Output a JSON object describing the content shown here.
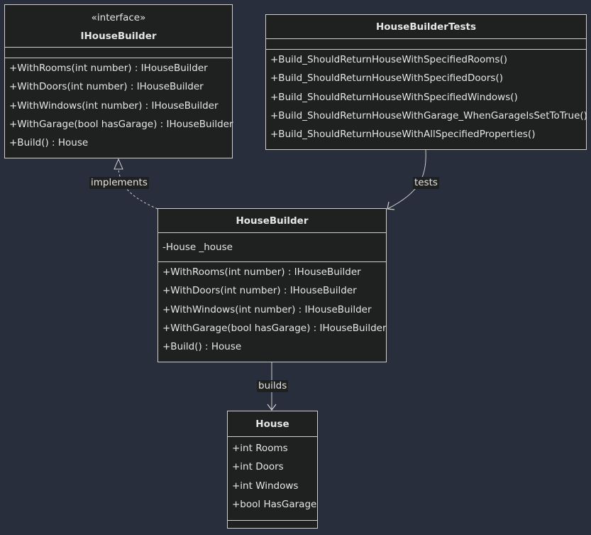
{
  "classes": {
    "ihousebuilder": {
      "stereotype": "«interface»",
      "name": "IHouseBuilder",
      "attributes": [],
      "methods": [
        "+WithRooms(int number) : IHouseBuilder",
        "+WithDoors(int number) : IHouseBuilder",
        "+WithWindows(int number) : IHouseBuilder",
        "+WithGarage(bool hasGarage) : IHouseBuilder",
        "+Build() : House"
      ]
    },
    "housebuildertests": {
      "name": "HouseBuilderTests",
      "attributes": [],
      "methods": [
        "+Build_ShouldReturnHouseWithSpecifiedRooms()",
        "+Build_ShouldReturnHouseWithSpecifiedDoors()",
        "+Build_ShouldReturnHouseWithSpecifiedWindows()",
        "+Build_ShouldReturnHouseWithGarage_WhenGarageIsSetToTrue()",
        "+Build_ShouldReturnHouseWithAllSpecifiedProperties()"
      ]
    },
    "housebuilder": {
      "name": "HouseBuilder",
      "attributes": [
        "-House _house"
      ],
      "methods": [
        "+WithRooms(int number) : IHouseBuilder",
        "+WithDoors(int number) : IHouseBuilder",
        "+WithWindows(int number) : IHouseBuilder",
        "+WithGarage(bool hasGarage) : IHouseBuilder",
        "+Build() : House"
      ]
    },
    "house": {
      "name": "House",
      "attributes": [
        "+int Rooms",
        "+int Doors",
        "+int Windows",
        "+bool HasGarage"
      ],
      "methods": []
    }
  },
  "relations": {
    "implements": "implements",
    "tests": "tests",
    "builds": "builds"
  },
  "colors": {
    "background": "#292e3d",
    "node_fill": "#1f2020",
    "node_border": "#cfcfcf",
    "text": "#e6e6e6",
    "edge": "#cfcfcf"
  }
}
